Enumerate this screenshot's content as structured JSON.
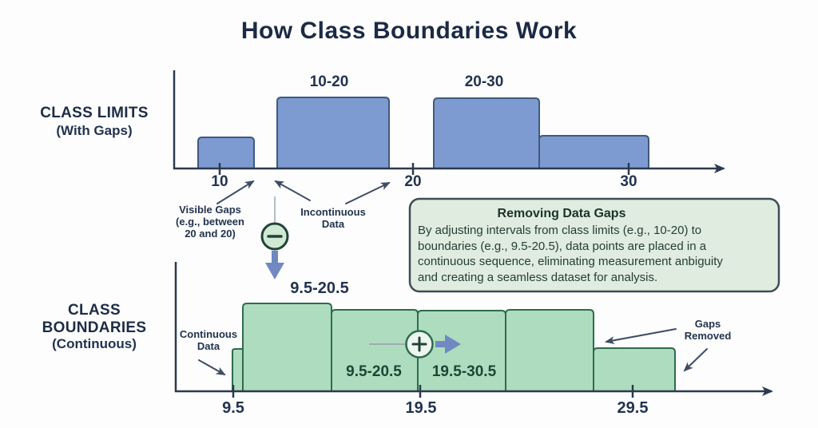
{
  "title": "How Class Boundaries Work",
  "colors": {
    "background": "#fdfdfd",
    "ink": "#22334e",
    "blue_bar_fill": "#7e9bd1",
    "blue_bar_stroke": "#3f5a7d",
    "green_bar_fill": "#aedcbe",
    "green_bar_stroke": "#2f6b4e",
    "blue_arrow": "#7089c1",
    "annotation_arrow": "#3d4e63",
    "axis": "#2c3a4e",
    "infobox_fill": "#e0ecdf",
    "infobox_stroke": "#3e4c58"
  },
  "class_limits": {
    "heading": "CLASS LIMITS",
    "subheading": "(With Gaps)",
    "bar_label_1": "10-20",
    "bar_label_2": "20-30",
    "tick_1": "10",
    "tick_2": "20",
    "tick_3": "30",
    "visible_gaps_note": "Visible Gaps\n(e.g., between\n20 and 20)",
    "incontinuous_note": "Incontinuous\nData"
  },
  "infobox": {
    "title": "Removing Data Gaps",
    "body": "By adjusting intervals from class limits (e.g., 10-20) to\nboundaries (e.g., 9.5-20.5), data points are placed in a\ncontinuous sequence, eliminating measurement anbiguity\nand creating a seamless dataset for analysis."
  },
  "class_boundaries": {
    "heading": "CLASS\nBOUNDARIES",
    "subheading": "(Continuous)",
    "top_label": "9.5-20.5",
    "inner_label_1": "9.5-20.5",
    "inner_label_2": "19.5-30.5",
    "tick_1": "9.5",
    "tick_2": "19.5",
    "tick_3": "29.5",
    "continuous_note": "Continuous\nData",
    "gaps_removed_note": "Gaps\nRemoved"
  },
  "icons": {
    "minus_icon_glyph": "−",
    "plus_icon_glyph": "+"
  },
  "chart_data": [
    {
      "type": "bar",
      "title": "CLASS LIMITS (With Gaps)",
      "x_tick_labels": [
        "10",
        "20",
        "30"
      ],
      "bars": [
        {
          "label": "",
          "relative_height": 0.44
        },
        {
          "label": "10-20",
          "relative_height": 1.0
        },
        {
          "label": "20-30",
          "relative_height": 0.99
        },
        {
          "label": "",
          "relative_height": 0.46
        }
      ],
      "gaps_between_bars": true,
      "legend": "none",
      "grid": false
    },
    {
      "type": "bar",
      "title": "CLASS BOUNDARIES (Continuous)",
      "x_tick_labels": [
        "9.5",
        "19.5",
        "29.5"
      ],
      "bars": [
        {
          "label": "",
          "relative_height": 0.48
        },
        {
          "label": "9.5-20.5",
          "relative_height": 1.0
        },
        {
          "label": "",
          "relative_height": 0.93
        },
        {
          "label": "19.5-30.5",
          "relative_height": 0.92
        },
        {
          "label": "",
          "relative_height": 0.93
        },
        {
          "label": "",
          "relative_height": 0.49
        }
      ],
      "gaps_between_bars": false,
      "legend": "none",
      "grid": false
    }
  ]
}
